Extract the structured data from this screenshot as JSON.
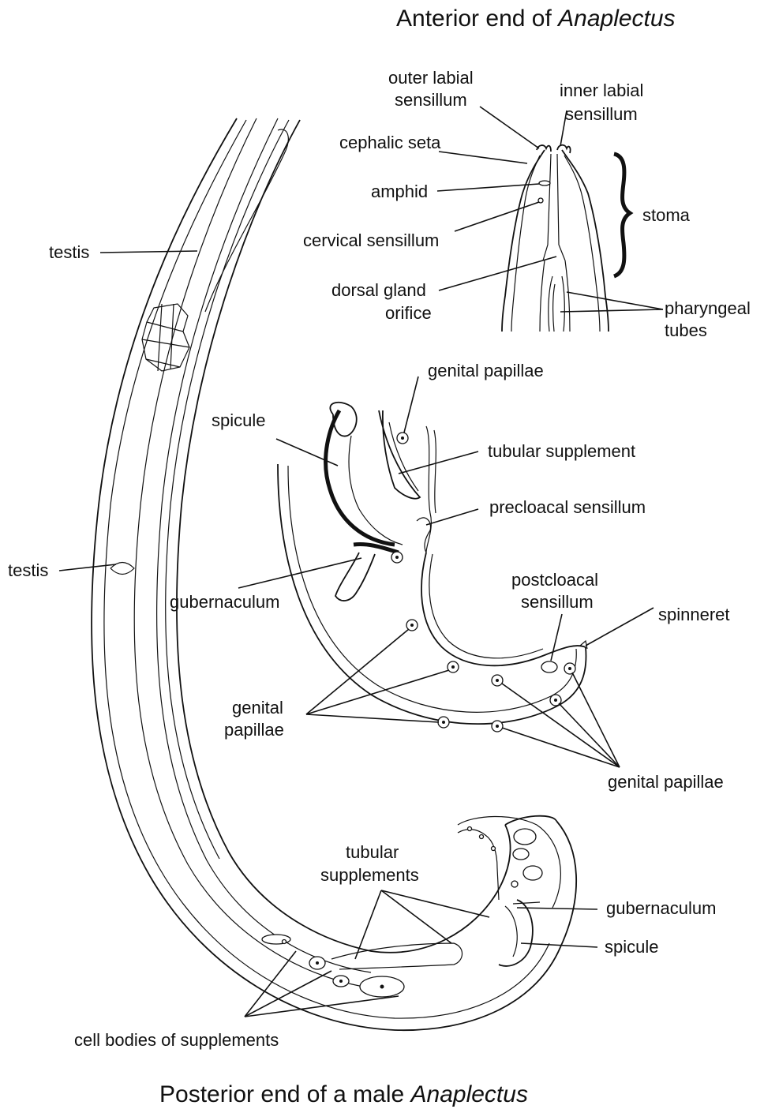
{
  "titles": {
    "anterior_prefix": "Anterior end of ",
    "anterior_genus": "Anaplectus",
    "posterior_prefix": "Posterior end of a male ",
    "posterior_genus": "Anaplectus"
  },
  "labels": {
    "outer_labial_1": "outer labial",
    "outer_labial_2": "sensillum",
    "inner_labial_1": "inner labial",
    "inner_labial_2": "sensillum",
    "cephalic_seta": "cephalic seta",
    "amphid": "amphid",
    "stoma": "stoma",
    "cervical_sensillum": "cervical sensillum",
    "dorsal_gland_1": "dorsal gland",
    "dorsal_gland_2": "orifice",
    "pharyngeal_1": "pharyngeal",
    "pharyngeal_2": "tubes",
    "testis_upper": "testis",
    "testis_lower": "testis",
    "genital_papillae_top": "genital papillae",
    "spicule_mid": "spicule",
    "tubular_supplement": "tubular supplement",
    "precloacal_sensillum": "precloacal sensillum",
    "gubernaculum_mid": "gubernaculum",
    "postcloacal_1": "postcloacal",
    "postcloacal_2": "sensillum",
    "spinneret": "spinneret",
    "genital_papillae_left_1": "genital",
    "genital_papillae_left_2": "papillae",
    "genital_papillae_right": "genital papillae",
    "tubular_supplements_1": "tubular",
    "tubular_supplements_2": "supplements",
    "gubernaculum_low": "gubernaculum",
    "spicule_low": "spicule",
    "cell_bodies": "cell bodies of supplements"
  }
}
